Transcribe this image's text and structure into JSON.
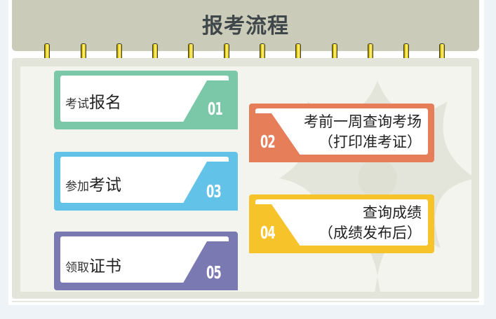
{
  "header": {
    "title": "报考流程"
  },
  "colors": {
    "green": "#7bc8a8",
    "blue": "#63c2e8",
    "purple": "#7b79b2",
    "orange": "#e67e59",
    "yellow": "#f6c32a"
  },
  "steps_left": [
    {
      "number": "01",
      "small": "考试",
      "big": "报名"
    },
    {
      "number": "03",
      "small": "参加",
      "big": "考试"
    },
    {
      "number": "05",
      "small": "领取",
      "big": "证书"
    }
  ],
  "steps_right": [
    {
      "number": "02",
      "line1": "考前一周查询考场",
      "line2": "（打印准考证）"
    },
    {
      "number": "04",
      "line1": "查询成绩",
      "line2": "（成绩发布后）"
    }
  ]
}
